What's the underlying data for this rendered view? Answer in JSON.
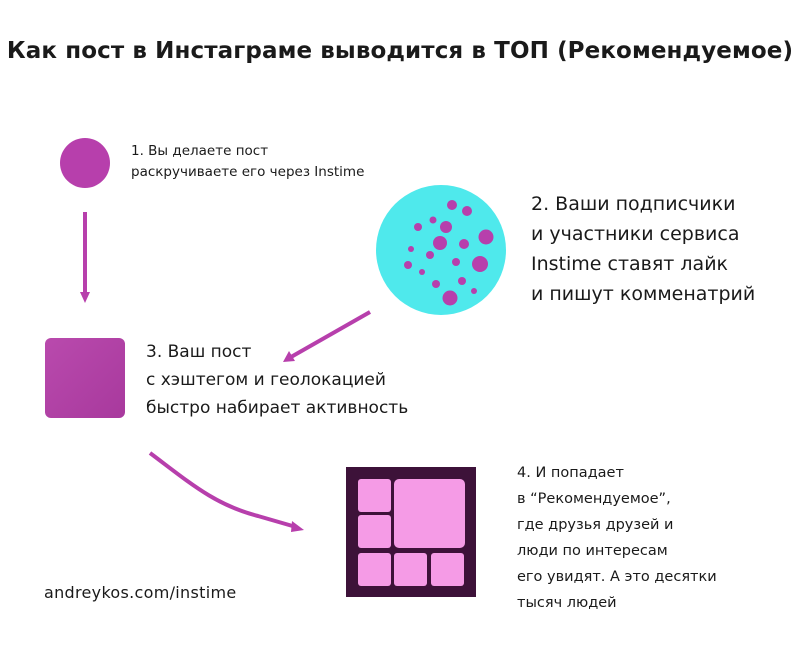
{
  "title": "Как пост в Инстаграме выводится в ТОП (Рекомендуемое)",
  "steps": [
    {
      "lines": [
        "1. Вы делаете пост",
        "раскручиваете его через Instime"
      ]
    },
    {
      "lines": [
        "2. Ваши подписчики",
        "и участники сервиса",
        "Instime ставят лайк",
        "и пишут комменатрий"
      ]
    },
    {
      "lines": [
        "3. Ваш пост",
        "с хэштегом и геолокацией",
        "быстро набирает активность"
      ]
    },
    {
      "lines": [
        "4. И попадает",
        "в “Рекомендуемое”,",
        "где друзья друзей и",
        "люди по интересам",
        "его увидят. А это десятки",
        "тысяч людей"
      ]
    }
  ],
  "footer": "andreykos.com/instime",
  "colors": {
    "magenta": "#b73fac",
    "cyan": "#4fe9ec",
    "dark": "#3d1239",
    "pink": "#f59be6",
    "text": "#1a1a1a"
  }
}
